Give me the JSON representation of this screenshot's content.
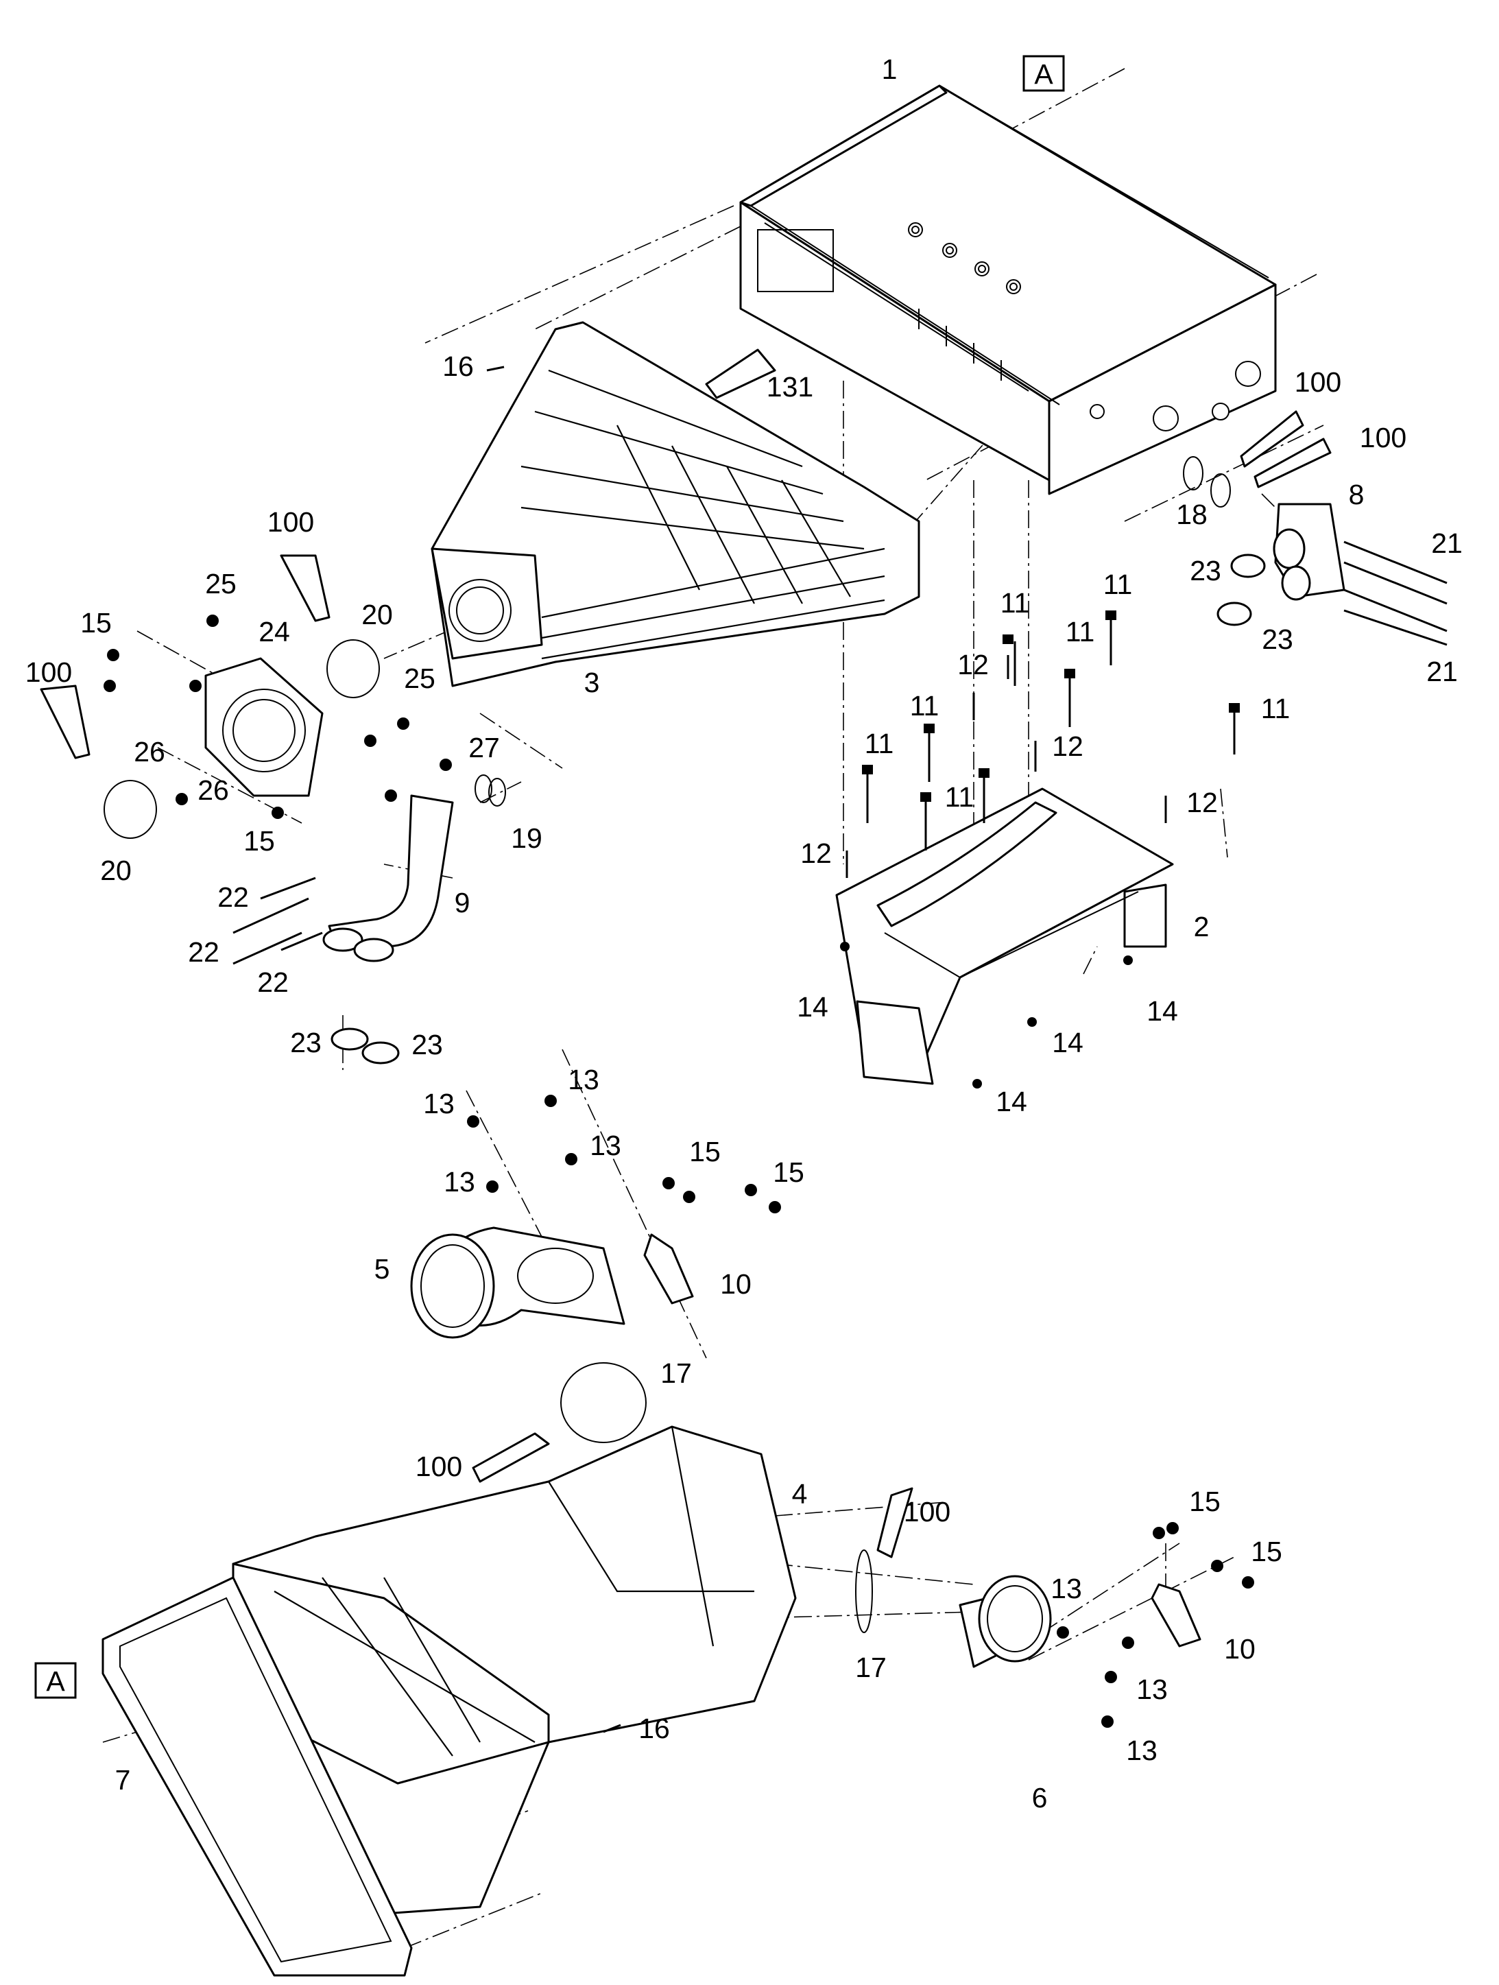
{
  "diagram": {
    "reference_marker": "A",
    "callouts": [
      {
        "id": "c1",
        "text": "1"
      },
      {
        "id": "c2",
        "text": "2"
      },
      {
        "id": "c3",
        "text": "3"
      },
      {
        "id": "c4",
        "text": "4"
      },
      {
        "id": "c5",
        "text": "5"
      },
      {
        "id": "c6",
        "text": "6"
      },
      {
        "id": "c7",
        "text": "7"
      },
      {
        "id": "c8",
        "text": "8"
      },
      {
        "id": "c9",
        "text": "9"
      },
      {
        "id": "c10a",
        "text": "10"
      },
      {
        "id": "c10b",
        "text": "10"
      },
      {
        "id": "c11a",
        "text": "11"
      },
      {
        "id": "c11b",
        "text": "11"
      },
      {
        "id": "c11c",
        "text": "11"
      },
      {
        "id": "c11d",
        "text": "11"
      },
      {
        "id": "c11e",
        "text": "11"
      },
      {
        "id": "c11f",
        "text": "11"
      },
      {
        "id": "c11g",
        "text": "11"
      },
      {
        "id": "c12a",
        "text": "12"
      },
      {
        "id": "c12b",
        "text": "12"
      },
      {
        "id": "c12c",
        "text": "12"
      },
      {
        "id": "c12d",
        "text": "12"
      },
      {
        "id": "c13a",
        "text": "13"
      },
      {
        "id": "c13b",
        "text": "13"
      },
      {
        "id": "c13c",
        "text": "13"
      },
      {
        "id": "c13d",
        "text": "13"
      },
      {
        "id": "c13e",
        "text": "13"
      },
      {
        "id": "c13f",
        "text": "13"
      },
      {
        "id": "c13g",
        "text": "13"
      },
      {
        "id": "c14a",
        "text": "14"
      },
      {
        "id": "c14b",
        "text": "14"
      },
      {
        "id": "c14c",
        "text": "14"
      },
      {
        "id": "c14d",
        "text": "14"
      },
      {
        "id": "c15a",
        "text": "15"
      },
      {
        "id": "c15b",
        "text": "15"
      },
      {
        "id": "c15c",
        "text": "15"
      },
      {
        "id": "c15d",
        "text": "15"
      },
      {
        "id": "c15e",
        "text": "15"
      },
      {
        "id": "c15f",
        "text": "15"
      },
      {
        "id": "c16a",
        "text": "16"
      },
      {
        "id": "c16b",
        "text": "16"
      },
      {
        "id": "c17a",
        "text": "17"
      },
      {
        "id": "c17b",
        "text": "17"
      },
      {
        "id": "c18",
        "text": "18"
      },
      {
        "id": "c19",
        "text": "19"
      },
      {
        "id": "c20a",
        "text": "20"
      },
      {
        "id": "c20b",
        "text": "20"
      },
      {
        "id": "c21a",
        "text": "21"
      },
      {
        "id": "c21b",
        "text": "21"
      },
      {
        "id": "c22a",
        "text": "22"
      },
      {
        "id": "c22b",
        "text": "22"
      },
      {
        "id": "c22c",
        "text": "22"
      },
      {
        "id": "c23a",
        "text": "23"
      },
      {
        "id": "c23b",
        "text": "23"
      },
      {
        "id": "c23c",
        "text": "23"
      },
      {
        "id": "c23d",
        "text": "23"
      },
      {
        "id": "c24",
        "text": "24"
      },
      {
        "id": "c25a",
        "text": "25"
      },
      {
        "id": "c25b",
        "text": "25"
      },
      {
        "id": "c26a",
        "text": "26"
      },
      {
        "id": "c26b",
        "text": "26"
      },
      {
        "id": "c27",
        "text": "27"
      },
      {
        "id": "c100a",
        "text": "100"
      },
      {
        "id": "c100b",
        "text": "100"
      },
      {
        "id": "c100c",
        "text": "100"
      },
      {
        "id": "c100d",
        "text": "100"
      },
      {
        "id": "c100e",
        "text": "100"
      },
      {
        "id": "c100f",
        "text": "100"
      },
      {
        "id": "c131",
        "text": "131"
      }
    ]
  }
}
